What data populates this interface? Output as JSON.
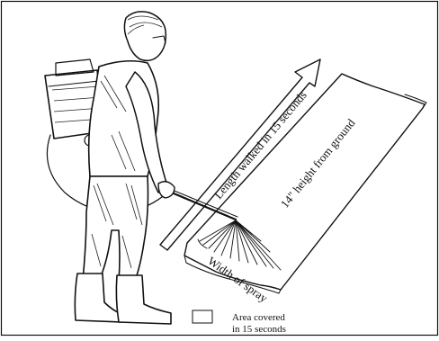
{
  "labels": {
    "length": "Length walked in 15 seconds",
    "height": "14\" height from ground",
    "width": "Width of spray"
  },
  "legend": {
    "line1": "Area covered",
    "line2": "in 15 seconds"
  }
}
